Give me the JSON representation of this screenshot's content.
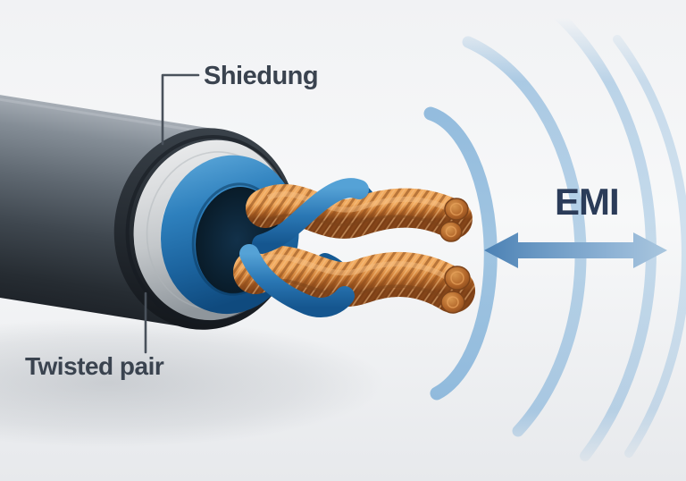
{
  "labels": {
    "shielding": "Shiedung",
    "twisted_pair": "Twisted pair",
    "emi": "EMI"
  },
  "colors": {
    "label_text": "#3a434f",
    "emi_text": "#2b3c59",
    "leader_line": "#49515b",
    "jacket_gray": "#4a525b",
    "shield_silver": "#d4d6d8",
    "insulation_blue": "#2d7cba",
    "copper": "#c8813d",
    "wave_blue": "#8cb6d8",
    "arrow_blue_dark": "#4b81b4",
    "arrow_blue_light": "#a9c6de",
    "background": "#f0f1f3"
  },
  "diagram": {
    "type": "labeled-illustration",
    "subject": "Shielded twisted-pair cable cross-section with EMI waves and double-headed arrow",
    "callouts": [
      {
        "label": "Shiedung",
        "target": "shield-layer"
      },
      {
        "label": "Twisted pair",
        "target": "twisted-pair-conductors"
      },
      {
        "label": "EMI",
        "target": "emi-wave-arcs"
      }
    ]
  }
}
